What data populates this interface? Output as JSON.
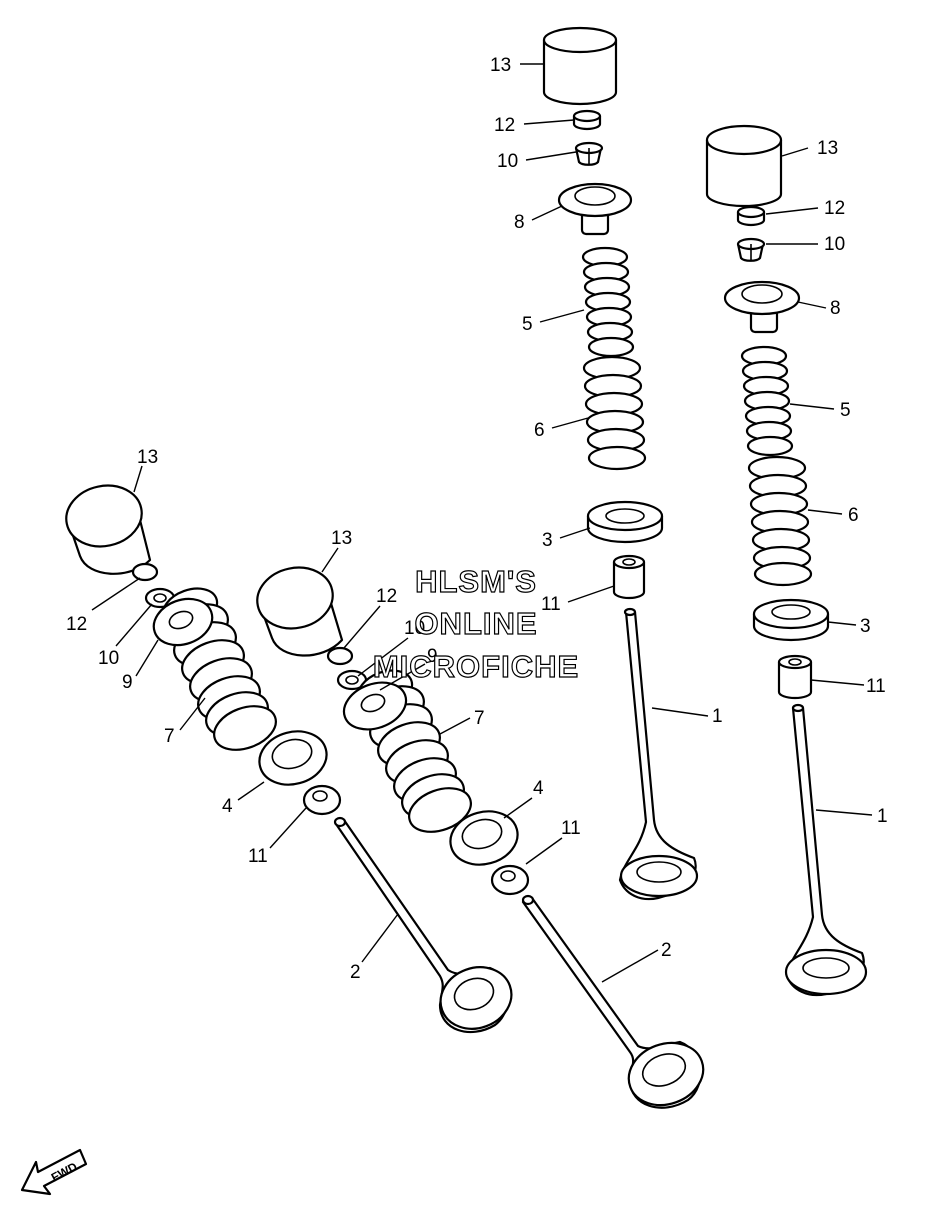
{
  "diagram": {
    "callouts": {
      "a1": "1",
      "a3": "3",
      "a5": "5",
      "a6": "6",
      "a8": "8",
      "a10": "10",
      "a11": "11",
      "a12": "12",
      "a13": "13",
      "b1": "1",
      "b3": "3",
      "b5": "5",
      "b6": "6",
      "b8": "8",
      "b10": "10",
      "b11": "11",
      "b12": "12",
      "b13": "13",
      "c2": "2",
      "c4": "4",
      "c7": "7",
      "c9": "9",
      "c10": "10",
      "c11": "11",
      "c12": "12",
      "c13": "13",
      "d2": "2",
      "d4": "4",
      "d7": "7",
      "d9": "9",
      "d10": "10",
      "d11": "11",
      "d12": "12",
      "d13": "13"
    },
    "watermark": {
      "line1": "HLSM'S",
      "line2": "ONLINE",
      "line3": "MICROFICHE"
    },
    "fwd_label": "FWD"
  }
}
